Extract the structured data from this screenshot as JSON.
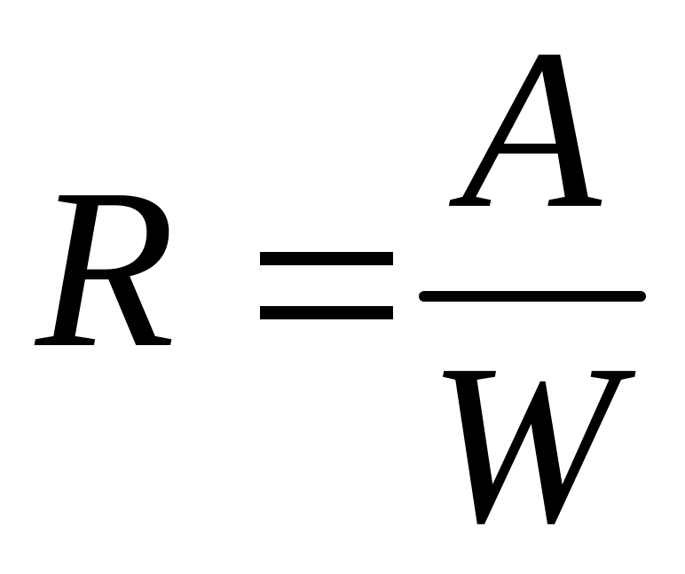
{
  "formula": {
    "lhs": "R",
    "relation": "=",
    "numerator": "A",
    "denominator": "W"
  }
}
